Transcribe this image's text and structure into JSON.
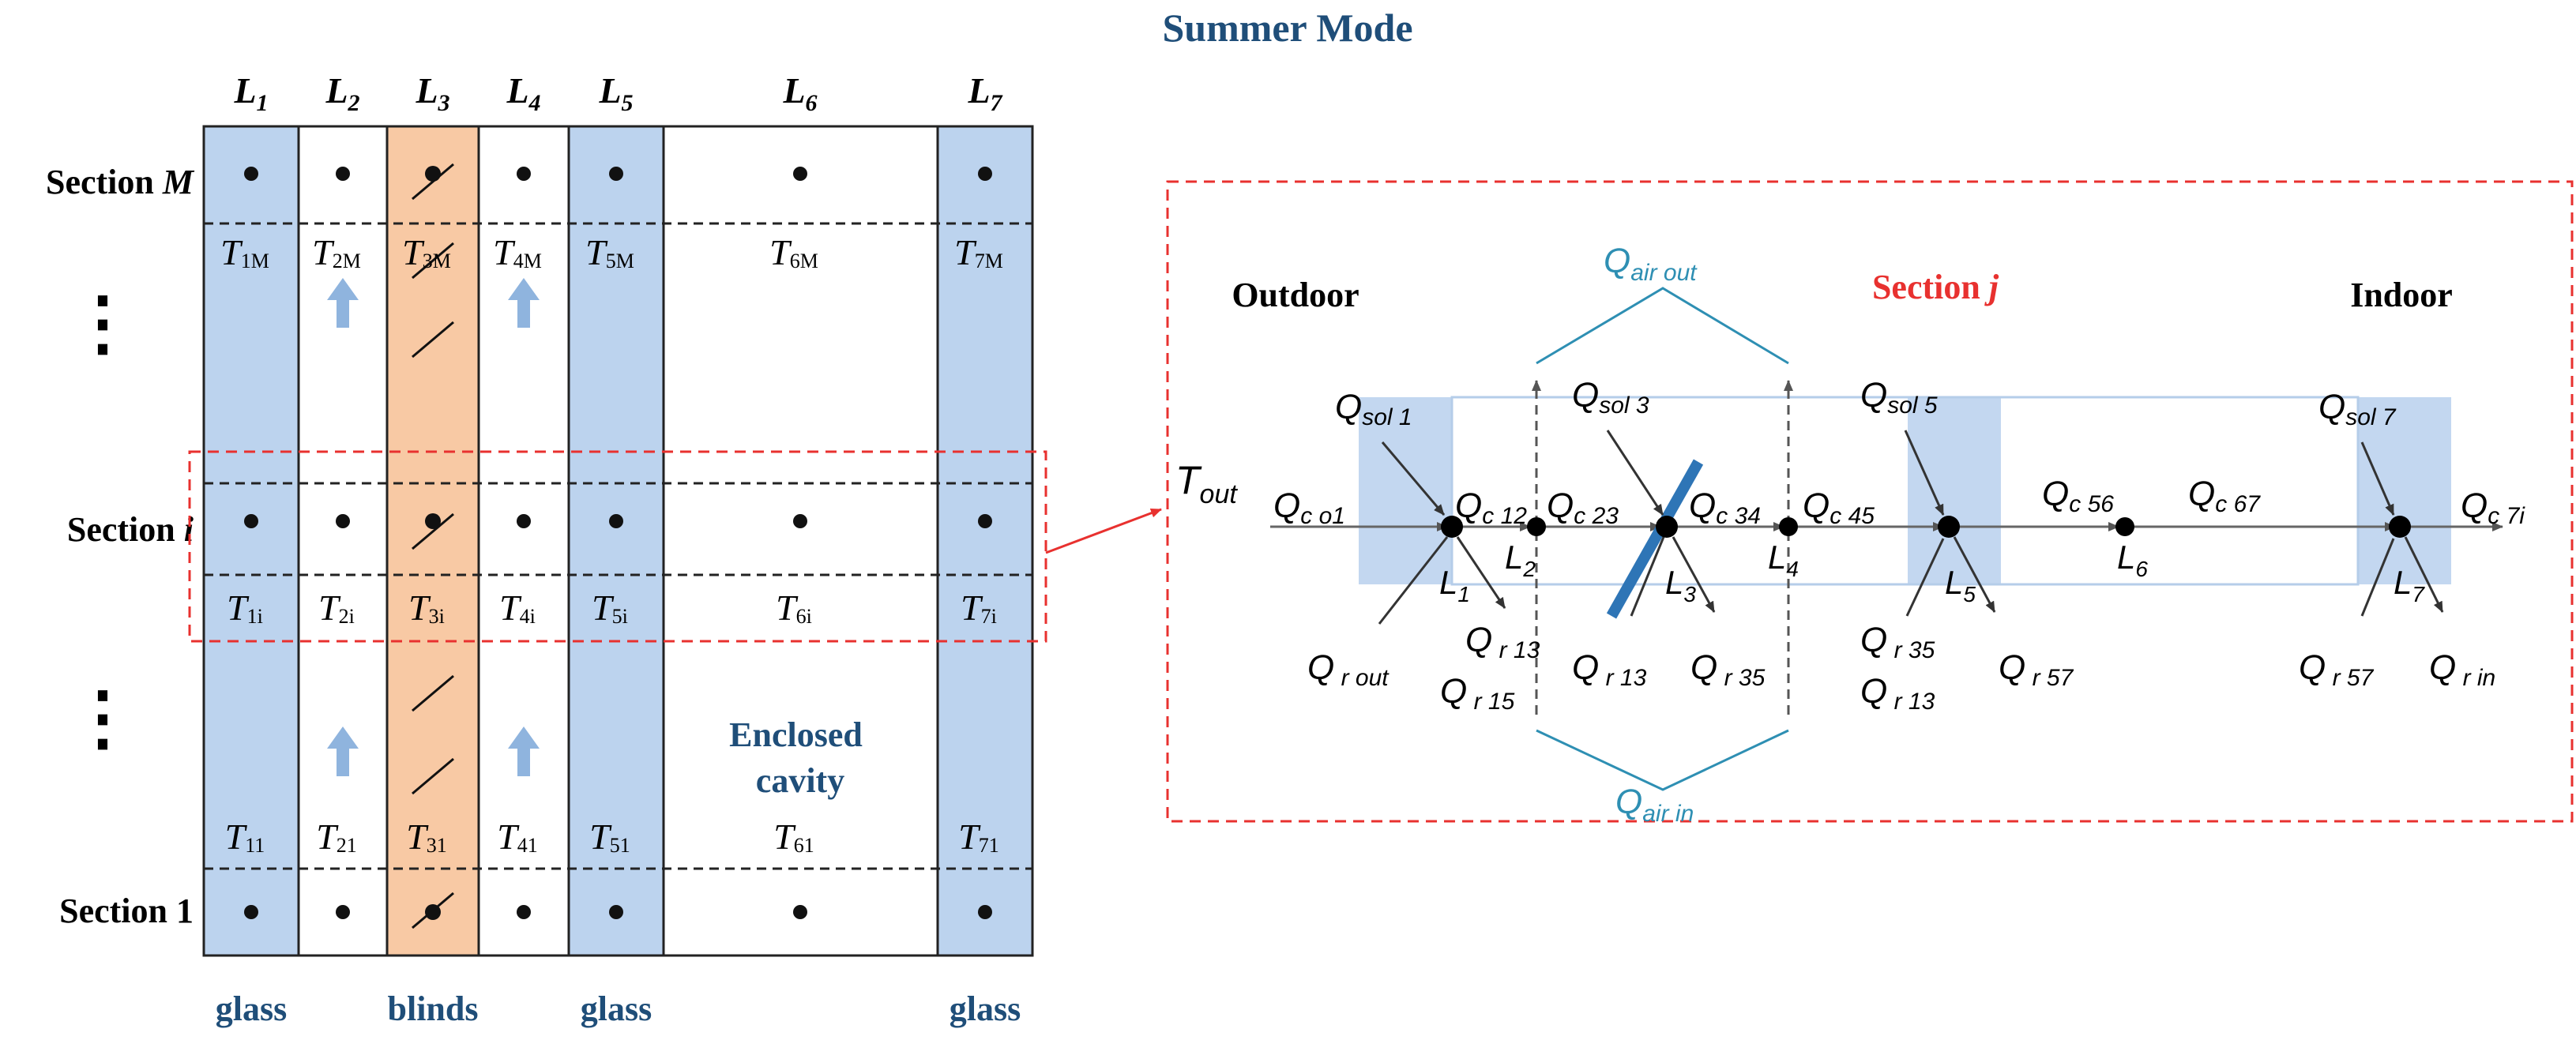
{
  "title": "Summer Mode",
  "colors": {
    "title": "#1f4e79",
    "glass_fill": "#bcd3ee",
    "blind_fill": "#f8c9a4",
    "arrow_fill": "#8fb4de",
    "red_dash": "#e8312f",
    "teal": "#2e8fb3",
    "blind_blue": "#2e75b6",
    "line": "#333333",
    "grey_line": "#777777"
  },
  "left_grid": {
    "layer_labels": [
      {
        "main": "L",
        "sub": "1"
      },
      {
        "main": "L",
        "sub": "2"
      },
      {
        "main": "L",
        "sub": "3"
      },
      {
        "main": "L",
        "sub": "4"
      },
      {
        "main": "L",
        "sub": "5"
      },
      {
        "main": "L",
        "sub": "6"
      },
      {
        "main": "L",
        "sub": "7"
      }
    ],
    "section_labels": [
      {
        "text": "Section ",
        "var": "M"
      },
      {
        "text": "Section ",
        "var": "i"
      },
      {
        "text": "Section 1",
        "var": ""
      }
    ],
    "temps_M": [
      {
        "main": "T",
        "sub": "1M"
      },
      {
        "main": "T",
        "sub": "2M"
      },
      {
        "main": "T",
        "sub": "3M"
      },
      {
        "main": "T",
        "sub": "4M"
      },
      {
        "main": "T",
        "sub": "5M"
      },
      {
        "main": "T",
        "sub": "6M"
      },
      {
        "main": "T",
        "sub": "7M"
      }
    ],
    "temps_i": [
      {
        "main": "T",
        "sub": "1i"
      },
      {
        "main": "T",
        "sub": "2i"
      },
      {
        "main": "T",
        "sub": "3i"
      },
      {
        "main": "T",
        "sub": "4i"
      },
      {
        "main": "T",
        "sub": "5i"
      },
      {
        "main": "T",
        "sub": "6i"
      },
      {
        "main": "T",
        "sub": "7i"
      }
    ],
    "temps_1": [
      {
        "main": "T",
        "sub": "11"
      },
      {
        "main": "T",
        "sub": "21"
      },
      {
        "main": "T",
        "sub": "31"
      },
      {
        "main": "T",
        "sub": "41"
      },
      {
        "main": "T",
        "sub": "51"
      },
      {
        "main": "T",
        "sub": "61"
      },
      {
        "main": "T",
        "sub": "71"
      }
    ],
    "vdots": "⋮",
    "enclosed_cavity": [
      "Enclosed",
      "cavity"
    ],
    "bottom_labels": [
      "glass",
      "blinds",
      "glass",
      "glass"
    ]
  },
  "detail": {
    "outdoor": "Outdoor",
    "section_label": {
      "text": "Section ",
      "var": "j"
    },
    "indoor": "Indoor",
    "t_out": {
      "main": "T",
      "sub": "out"
    },
    "q_air_out": {
      "main": "Q",
      "sub": "air out"
    },
    "q_air_in": {
      "main": "Q",
      "sub": "air in"
    },
    "q_labels": [
      {
        "id": "qsol1",
        "main": "Q",
        "sub": "sol 1"
      },
      {
        "id": "qsol3",
        "main": "Q",
        "sub": "sol 3"
      },
      {
        "id": "qsol5",
        "main": "Q",
        "sub": "sol 5"
      },
      {
        "id": "qsol7",
        "main": "Q",
        "sub": "sol 7"
      },
      {
        "id": "qco1",
        "main": "Q",
        "sub": "c o1"
      },
      {
        "id": "qc12",
        "main": "Q",
        "sub": "c 12"
      },
      {
        "id": "qc23",
        "main": "Q",
        "sub": "c 23"
      },
      {
        "id": "qc34",
        "main": "Q",
        "sub": "c 34"
      },
      {
        "id": "qc45",
        "main": "Q",
        "sub": "c 45"
      },
      {
        "id": "qc56",
        "main": "Q",
        "sub": "c 56"
      },
      {
        "id": "qc67",
        "main": "Q",
        "sub": "c 67"
      },
      {
        "id": "qc7i",
        "main": "Q",
        "sub": "c 7i"
      },
      {
        "id": "qrout",
        "main": "Q",
        "sub": " r out"
      },
      {
        "id": "qr13a",
        "main": "Q",
        "sub": " r 13"
      },
      {
        "id": "qr15",
        "main": "Q",
        "sub": " r 15"
      },
      {
        "id": "qr13b",
        "main": "Q",
        "sub": " r 13"
      },
      {
        "id": "qr35a",
        "main": "Q",
        "sub": " r 35"
      },
      {
        "id": "qr35b",
        "main": "Q",
        "sub": " r 35"
      },
      {
        "id": "qr13c",
        "main": "Q",
        "sub": " r 13"
      },
      {
        "id": "qr57a",
        "main": "Q",
        "sub": " r 57"
      },
      {
        "id": "qr57b",
        "main": "Q",
        "sub": " r 57"
      },
      {
        "id": "qrin",
        "main": "Q",
        "sub": " r in"
      }
    ],
    "node_labels": [
      {
        "id": "n1",
        "main": "L",
        "sub": "1"
      },
      {
        "id": "n2",
        "main": "L",
        "sub": "2"
      },
      {
        "id": "n3",
        "main": "L",
        "sub": "3"
      },
      {
        "id": "n4",
        "main": "L",
        "sub": "4"
      },
      {
        "id": "n5",
        "main": "L",
        "sub": "5"
      },
      {
        "id": "n6",
        "main": "L",
        "sub": "6"
      },
      {
        "id": "n7",
        "main": "L",
        "sub": "7"
      }
    ]
  }
}
